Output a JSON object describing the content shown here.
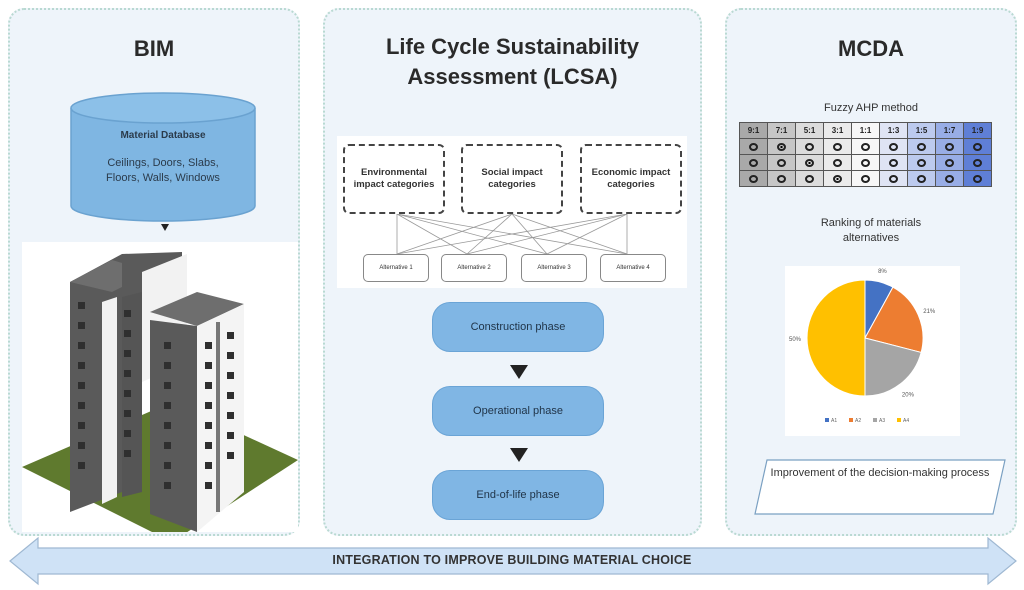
{
  "bim": {
    "title": "BIM",
    "database": {
      "title": "Material Database",
      "line1": "Ceilings, Doors, Slabs,",
      "line2": "Floors, Walls, Windows"
    }
  },
  "lcsa": {
    "title_line1": "Life Cycle Sustainability",
    "title_line2": "Assessment (LCSA)",
    "categories": [
      {
        "label": "Environmental impact categories"
      },
      {
        "label": "Social impact categories"
      },
      {
        "label": "Economic impact categories"
      }
    ],
    "alternatives": [
      {
        "label": "Alternative 1"
      },
      {
        "label": "Alternative 2"
      },
      {
        "label": "Alternative 3"
      },
      {
        "label": "Alternative 4"
      }
    ],
    "phases": [
      {
        "label": "Construction phase"
      },
      {
        "label": "Operational phase"
      },
      {
        "label": "End-of-life phase"
      }
    ]
  },
  "mcda": {
    "title": "MCDA",
    "fuzzy_title": "Fuzzy AHP method",
    "scale_headers": [
      "9:1",
      "7:1",
      "5:1",
      "3:1",
      "1:1",
      "1:3",
      "1:5",
      "1:7",
      "1:9"
    ],
    "scale_colors": [
      "#a9a9a9",
      "#c6c6c6",
      "#dcdcdc",
      "#ebebeb",
      "#f7f7f7",
      "#dfe4f4",
      "#bccaee",
      "#98ade6",
      "#5f7fd6"
    ],
    "selected": [
      1,
      2,
      3
    ],
    "ranking_title_line1": "Ranking of materials",
    "ranking_title_line2": "alternatives",
    "decision_text": "Improvement of the decision-making process"
  },
  "chart_data": {
    "type": "pie",
    "title": "Ranking of materials alternatives",
    "categories": [
      "A1",
      "A2",
      "A3",
      "A4"
    ],
    "values": [
      8,
      21,
      21,
      50
    ],
    "labels": [
      "8%",
      "21%",
      "20%",
      "50%"
    ],
    "colors": [
      "#4472c4",
      "#ed7d31",
      "#a5a5a5",
      "#ffc000"
    ],
    "legend": "bottom"
  },
  "footer": {
    "label": "INTEGRATION TO IMPROVE BUILDING MATERIAL CHOICE"
  }
}
